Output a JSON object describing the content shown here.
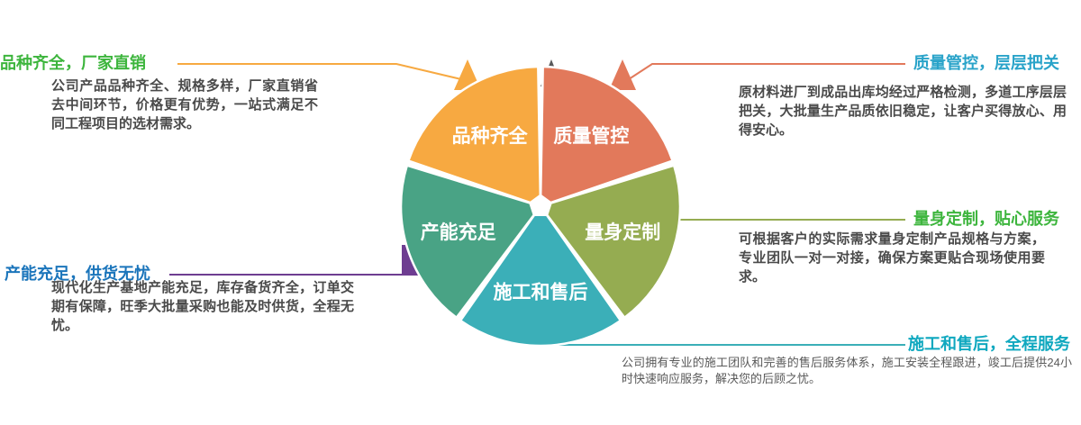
{
  "page": {
    "background": "#ffffff"
  },
  "flower": {
    "label_color": "#ffffff",
    "tag_color": "#6E3D91",
    "notch_tab_color": "#58595B",
    "petals": [
      {
        "id": "variety",
        "label": "品种齐全",
        "color": "#F7A941",
        "angle": 234
      },
      {
        "id": "quality",
        "label": "质量管控",
        "color": "#E2795B",
        "angle": 306
      },
      {
        "id": "custom",
        "label": "量身定制",
        "color": "#95AC51",
        "angle": 18
      },
      {
        "id": "aftersales",
        "label": "施工和售后",
        "color": "#3BAFB8",
        "angle": 90
      },
      {
        "id": "capacity",
        "label": "产能充足",
        "color": "#49A385",
        "angle": 162
      }
    ]
  },
  "callouts": [
    {
      "id": "variety",
      "title": "品种齐全，厂家直销",
      "title_color": "#3DB53D",
      "line_color": "#F7A941",
      "body": "公司产品品种齐全、规格多样，厂家直销省去中间环节，价格更有优势，一站式满足不同工程项目的选材需求。"
    },
    {
      "id": "quality",
      "title": "质量管控，层层把关",
      "title_color": "#29A3C9",
      "line_color": "#E2795B",
      "body": "原材料进厂到成品出库均经过严格检测，多道工序层层把关，大批量生产品质依旧稳定，让客户买得放心、用得安心。"
    },
    {
      "id": "custom",
      "title": "量身定制，贴心服务",
      "title_color": "#3DB53D",
      "line_color": "#95AC51",
      "body": "可根据客户的实际需求量身定制产品规格与方案，专业团队一对一对接，确保方案更贴合现场使用要求。"
    },
    {
      "id": "capacity",
      "title": "产能充足，供货无忧",
      "title_color": "#1B75BB",
      "line_color": "#6E3D91",
      "body": "现代化生产基地产能充足，库存备货齐全，订单交期有保障，旺季大批量采购也能及时供货，全程无忧。"
    },
    {
      "id": "aftersales",
      "title": "施工和售后，全程服务",
      "title_color": "#0FA8BF",
      "line_color": "#3BAFB8",
      "body": "公司拥有专业的施工团队和完善的售后服务体系，施工安装全程跟进，竣工后提供24小时快速响应服务，解决您的后顾之忧。"
    }
  ]
}
